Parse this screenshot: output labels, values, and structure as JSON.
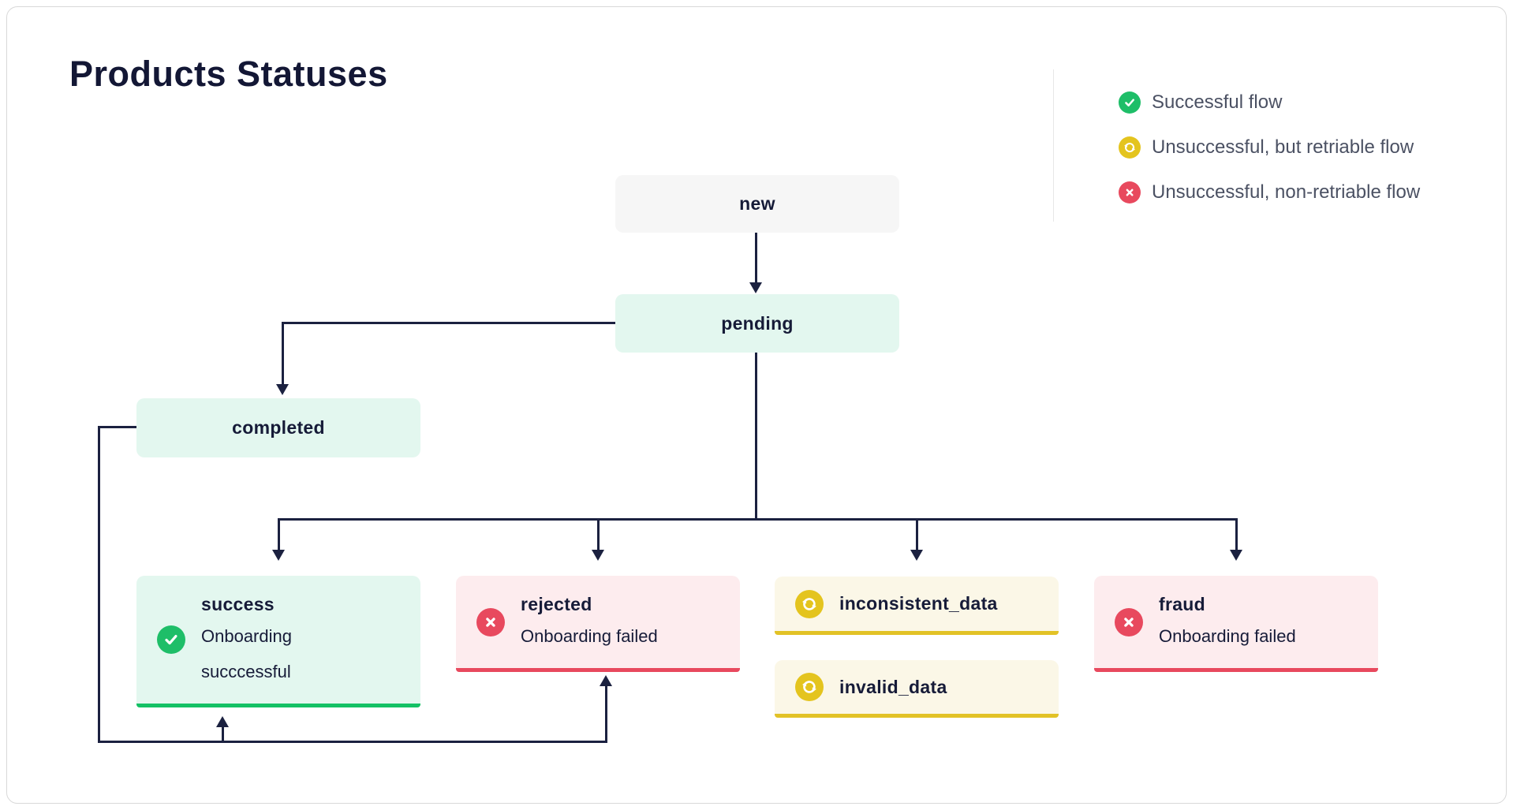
{
  "title": "Products Statuses",
  "legend": {
    "items": [
      {
        "icon": "check-circle-icon",
        "label": "Successful flow",
        "color": "#1ebe68"
      },
      {
        "icon": "retry-circle-icon",
        "label": "Unsuccessful, but retriable flow",
        "color": "#e4c41e"
      },
      {
        "icon": "cross-circle-icon",
        "label": "Unsuccessful, non-retriable flow",
        "color": "#e8495e"
      }
    ]
  },
  "nodes": {
    "new": {
      "label": "new",
      "type": "neutral"
    },
    "pending": {
      "label": "pending",
      "type": "in-progress"
    },
    "completed": {
      "label": "completed",
      "type": "in-progress"
    },
    "success": {
      "label": "success",
      "description": "Onboarding succcessful",
      "flow": "successful"
    },
    "rejected": {
      "label": "rejected",
      "description": "Onboarding failed",
      "flow": "non-retriable"
    },
    "inconsistent_data": {
      "label": "inconsistent_data",
      "flow": "retriable"
    },
    "invalid_data": {
      "label": "invalid_data",
      "flow": "retriable"
    },
    "fraud": {
      "label": "fraud",
      "description": "Onboarding failed",
      "flow": "non-retriable"
    }
  },
  "edges": [
    "new -> pending",
    "pending -> completed",
    "pending -> success",
    "pending -> rejected",
    "pending -> inconsistent_data",
    "pending -> fraud",
    "completed -> success",
    "completed -> rejected"
  ],
  "colors": {
    "ink": "#161b38",
    "line": "#1b2140",
    "legend_text": "#4b5163",
    "neutral_node_bg": "#f6f6f6",
    "mint_node_bg": "#e3f7ef",
    "pink_node_bg": "#fdecee",
    "cream_node_bg": "#fbf7e7",
    "green_accent": "#14c165",
    "red_accent": "#e8495e",
    "yellow_accent": "#e2c226",
    "card_border": "#d8d8d8"
  }
}
